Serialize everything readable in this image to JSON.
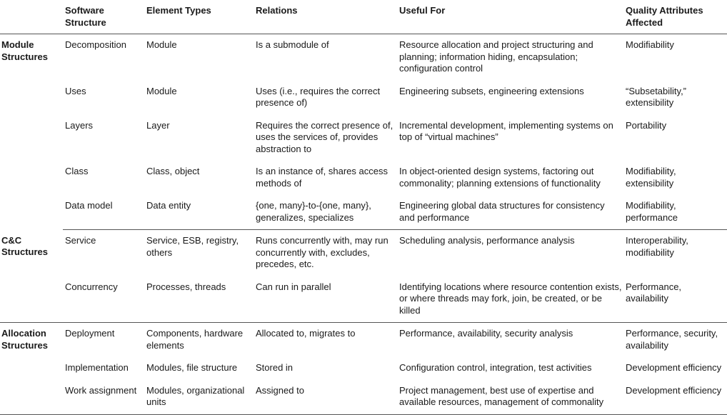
{
  "headers": {
    "group": "",
    "structure": "Software Structure",
    "element_types": "Element Types",
    "relations": "Relations",
    "useful_for": "Useful For",
    "quality": "Quality Attributes Affected"
  },
  "groups": [
    {
      "name": "Module Structures",
      "rows": [
        {
          "structure": "Decomposition",
          "elements": "Module",
          "relations": "Is a submodule of",
          "useful": "Resource allocation and project structuring and planning; information hiding, encapsulation; configuration control",
          "quality": "Modifiability"
        },
        {
          "structure": "Uses",
          "elements": "Module",
          "relations": "Uses (i.e., requires the correct presence of)",
          "useful": "Engineering subsets, engineering extensions",
          "quality": "“Subsetability,” extensibility"
        },
        {
          "structure": "Layers",
          "elements": "Layer",
          "relations": "Requires the correct presence of, uses the services of, provides abstraction to",
          "useful": "Incremental development, implementing systems on top of “virtual machines”",
          "quality": "Portability"
        },
        {
          "structure": "Class",
          "elements": "Class, object",
          "relations": "Is an instance of, shares access methods of",
          "useful": "In object-oriented design systems, factoring out commonality; planning extensions of functionality",
          "quality": "Modifiability, extensibility"
        },
        {
          "structure": "Data model",
          "elements": "Data entity",
          "relations": "{one, many}-to-{one, many}, generalizes, specializes",
          "useful": "Engineering global data structures for consistency and performance",
          "quality": "Modifiability, performance"
        }
      ]
    },
    {
      "name": "C&C Structures",
      "rows": [
        {
          "structure": "Service",
          "elements": "Service, ESB, registry, others",
          "relations": "Runs concurrently with, may run concurrently with, excludes, precedes, etc.",
          "useful": "Scheduling analysis, performance analysis",
          "quality": "Interoperability, modifiability"
        },
        {
          "structure": "Concurrency",
          "elements": "Processes, threads",
          "relations": "Can run in parallel",
          "useful": "Identifying locations where resource contention exists, or where threads may fork, join, be created, or be killed",
          "quality": "Performance, availability"
        }
      ]
    },
    {
      "name": "Allocation Structures",
      "rows": [
        {
          "structure": "Deployment",
          "elements": "Components, hardware elements",
          "relations": "Allocated to, migrates to",
          "useful": "Performance, availability, security analysis",
          "quality": "Performance, security, availability"
        },
        {
          "structure": "Implementation",
          "elements": "Modules, file structure",
          "relations": "Stored in",
          "useful": "Configuration control, integration, test activities",
          "quality": "Development efficiency"
        },
        {
          "structure": "Work assignment",
          "elements": "Modules, organizational units",
          "relations": "Assigned to",
          "useful": "Project management, best use of expertise and available resources, management of commonality",
          "quality": "Development efficiency"
        }
      ]
    }
  ]
}
